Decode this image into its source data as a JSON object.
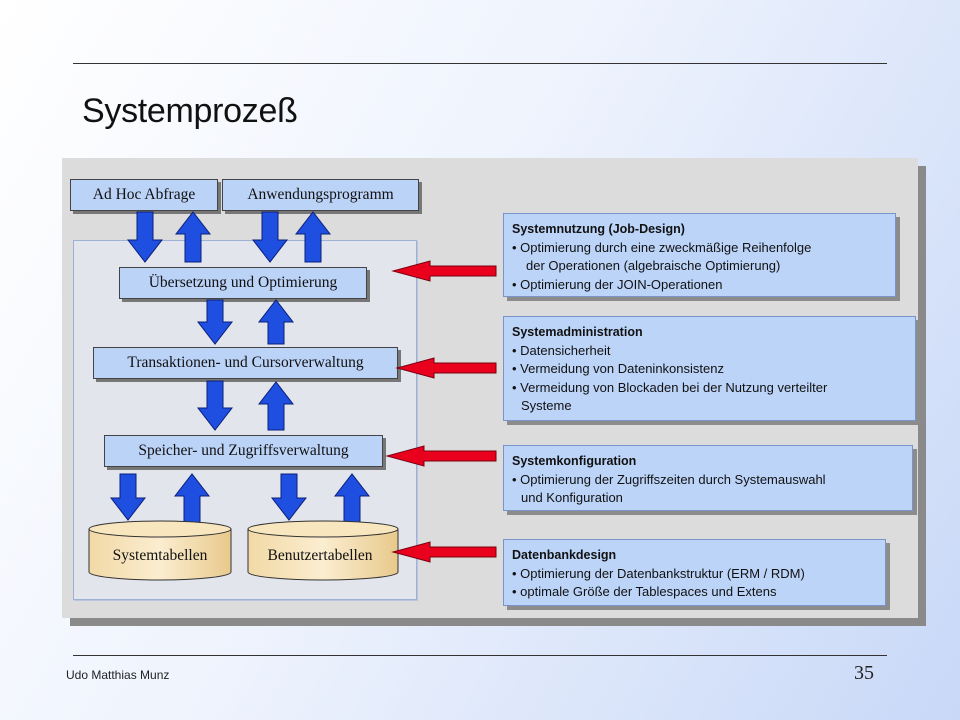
{
  "title": "Systemprozeß",
  "top_boxes": {
    "adhoc": "Ad Hoc Abfrage",
    "app": "Anwendungsprogramm"
  },
  "layers": {
    "uebersetzung": "Übersetzung und Optimierung",
    "transaktionen": "Transaktionen- und Cursorverwaltung",
    "speicher": "Speicher- und Zugriffsverwaltung"
  },
  "tables": {
    "system": "Systemtabellen",
    "benutzer": "Benutzertabellen"
  },
  "info_boxes": [
    {
      "heading": "Systemnutzung (Job-Design)",
      "lines": [
        {
          "text": "Optimierung durch eine zweckmäßige Reihenfolge",
          "bullet": true
        },
        {
          "text": "der Operationen (algebraische Optimierung)",
          "bullet": false
        },
        {
          "text": "Optimierung der JOIN-Operationen",
          "bullet": true
        }
      ]
    },
    {
      "heading": "Systemadministration",
      "lines": [
        {
          "text": "Datensicherheit",
          "bullet": true
        },
        {
          "text": "Vermeidung von Dateninkonsistenz",
          "bullet": true
        },
        {
          "text": "Vermeidung von Blockaden bei der Nutzung verteilter",
          "bullet": true
        },
        {
          "text": "Systeme",
          "bullet": false
        }
      ]
    },
    {
      "heading": "Systemkonfiguration",
      "lines": [
        {
          "text": "Optimierung der Zugriffszeiten durch Systemauswahl",
          "bullet": true
        },
        {
          "text": "und Konfiguration",
          "bullet": false
        }
      ]
    },
    {
      "heading": "Datenbankdesign",
      "lines": [
        {
          "text": "Optimierung der Datenbankstruktur (ERM / RDM)",
          "bullet": true
        },
        {
          "text": "optimale Größe der Tablespaces und Extens",
          "bullet": true
        }
      ]
    }
  ],
  "footer": {
    "author": "Udo Matthias Munz",
    "page": "35"
  },
  "colors": {
    "arrow_blue": "#1f4fe0",
    "arrow_red": "#e8001c",
    "box_fill": "#bcd3f8"
  }
}
